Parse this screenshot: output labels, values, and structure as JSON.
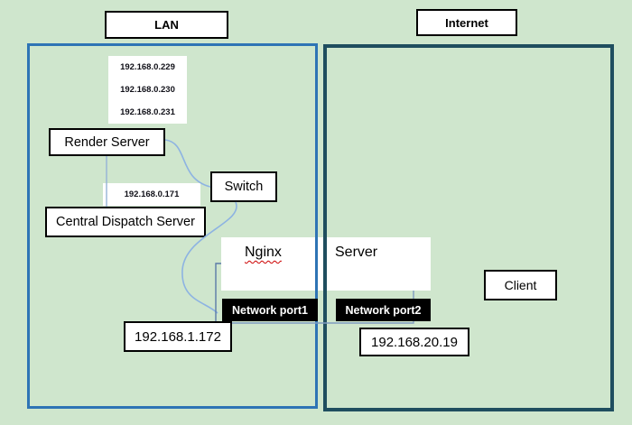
{
  "diagram": {
    "background_color": "#cfe6cd",
    "regions": {
      "lan": {
        "label": "LAN",
        "border_color": "#2e74b5"
      },
      "internet": {
        "label": "Internet",
        "border_color": "#1f4e5f"
      }
    },
    "nodes": {
      "render_ip_list": {
        "lines": [
          "192.168.0.229",
          "192.168.0.230",
          "192.168.0.231"
        ]
      },
      "render_server": {
        "label": "Render Server"
      },
      "dispatch_ip": {
        "label": "192.168.0.171"
      },
      "central_dispatch": {
        "label": "Central Dispatch Server"
      },
      "switch": {
        "label": "Switch"
      },
      "nginx_server": {
        "word1": "Nginx",
        "word2": "Server"
      },
      "network_port1": {
        "label": "Network port1"
      },
      "network_port2": {
        "label": "Network port2"
      },
      "nginx_ip": {
        "label": "192.168.1.172"
      },
      "server_ip": {
        "label": "192.168.20.19"
      },
      "client": {
        "label": "Client"
      }
    },
    "connector_colors": {
      "curve": "#8db3e2",
      "straight_light": "#95b3d7",
      "elbow_dark": "#5b7aa8",
      "elbow_light": "#7f9cc0"
    }
  }
}
